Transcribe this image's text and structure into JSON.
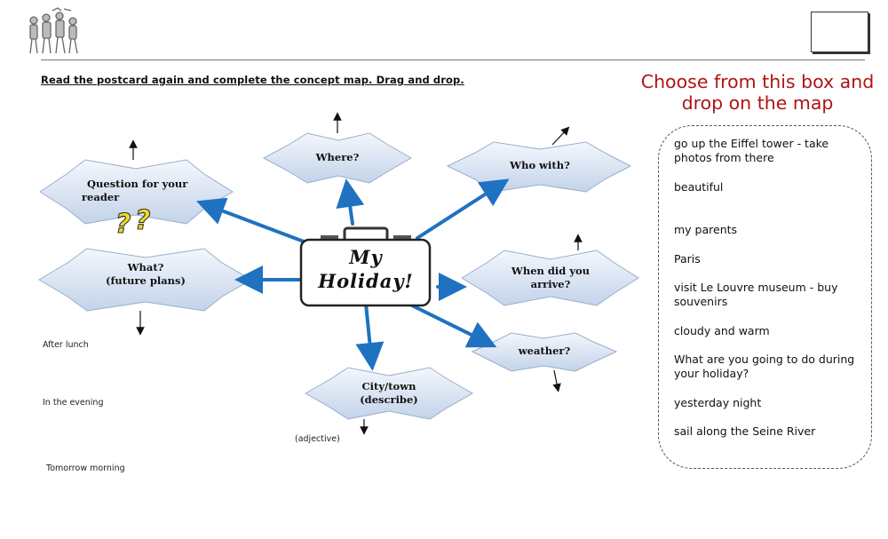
{
  "instruction": "Read the postcard again and complete the concept map. Drag and drop.",
  "choose": {
    "line1": "Choose from this box and",
    "line2": "drop on the map"
  },
  "center": {
    "line1": "My",
    "line2": "Holiday!"
  },
  "nodes": {
    "question_line1": "Question for your",
    "question_line2": "reader",
    "where": "Where?",
    "who_with": "Who with?",
    "what_line1": "What?",
    "what_line2": "(future plans)",
    "when_line1": "When did you",
    "when_line2": "arrive?",
    "weather": "weather?",
    "city_line1": "City/town",
    "city_line2": "(describe)"
  },
  "sub_labels": {
    "after_lunch": "After lunch",
    "in_the_evening": "In the evening",
    "tomorrow_morning": "Tomorrow morning",
    "adjective": "(adjective)"
  },
  "question_marks": "??",
  "answers": [
    "go up the Eiffel tower - take photos from there",
    "beautiful",
    "my parents",
    "Paris",
    "visit Le Louvre museum - buy souvenirs",
    "cloudy and warm",
    "What are you going to do during your holiday?",
    "yesterday night",
    "sail along the Seine River"
  ],
  "colors": {
    "arrow": "#1f72c0",
    "title": "#b01414",
    "node_top": "#f4f7fc",
    "node_bottom": "#c3d3ea"
  },
  "icons": {
    "logo": "people-group-icon"
  }
}
